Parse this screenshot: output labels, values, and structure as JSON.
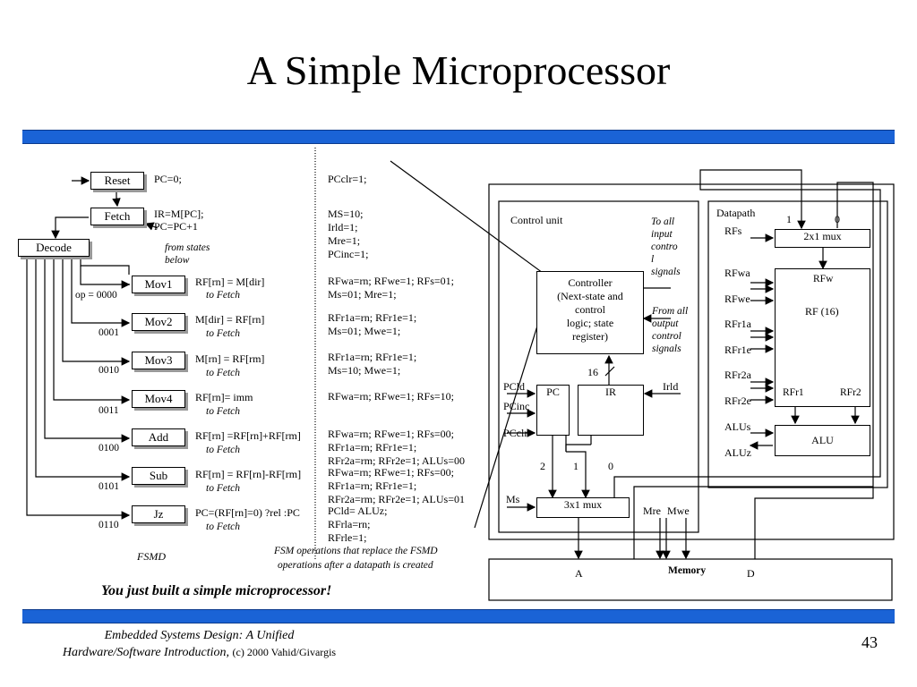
{
  "slide": {
    "title": "A Simple Microprocessor",
    "tagline": "You just built a simple microprocessor!",
    "footer_line1": "Embedded Systems Design: A Unified",
    "footer_line2_italic": "Hardware/Software Introduction,",
    "footer_line2_plain": "(c) 2000 Vahid/Givargis",
    "page_number": "43",
    "brand_color": "#1a63d6"
  },
  "fsmd": {
    "label": "FSMD",
    "states": [
      {
        "name": "Reset",
        "action": "PC=0;",
        "replacement": [
          "PCclr=1;"
        ]
      },
      {
        "name": "Fetch",
        "action": [
          "IR=M[PC];",
          "PC=PC+1"
        ],
        "replacement": [
          "MS=10;",
          "Irld=1;",
          "Mre=1;",
          "PCinc=1;"
        ]
      },
      {
        "name": "Decode",
        "note": [
          "from states",
          "below"
        ]
      },
      {
        "name": "Mov1",
        "action": "RF[rn] = M[dir]",
        "next": "to Fetch",
        "opcode": "op = 0000",
        "replacement": [
          "RFwa=rn; RFwe=1;  RFs=01;",
          "Ms=01; Mre=1;"
        ]
      },
      {
        "name": "Mov2",
        "action": "M[dir] = RF[rn]",
        "next": "to Fetch",
        "opcode": "0001",
        "replacement": [
          "RFr1a=rn; RFr1e=1;",
          "Ms=01; Mwe=1;"
        ]
      },
      {
        "name": "Mov3",
        "action": "M[rn] = RF[rm]",
        "next": "to Fetch",
        "opcode": "0010",
        "replacement": [
          "RFr1a=rn; RFr1e=1;",
          "Ms=10; Mwe=1;"
        ]
      },
      {
        "name": "Mov4",
        "action": "RF[rn]= imm",
        "next": "to Fetch",
        "opcode": "0011",
        "replacement": [
          "RFwa=rn; RFwe=1; RFs=10;"
        ]
      },
      {
        "name": "Add",
        "action": "RF[rn] =RF[rn]+RF[rm]",
        "next": "to Fetch",
        "opcode": "0100",
        "replacement": [
          "RFwa=rn; RFwe=1; RFs=00;",
          "RFr1a=rn; RFr1e=1;",
          "RFr2a=rm; RFr2e=1; ALUs=00"
        ]
      },
      {
        "name": "Sub",
        "action": "RF[rn] = RF[rn]-RF[rm]",
        "next": "to Fetch",
        "opcode": "0101",
        "replacement": [
          "RFwa=rn; RFwe=1; RFs=00;",
          "RFr1a=rn; RFr1e=1;",
          "RFr2a=rm; RFr2e=1; ALUs=01"
        ]
      },
      {
        "name": "Jz",
        "action": "PC=(RF[rn]=0) ?rel :PC",
        "next": "to Fetch",
        "opcode": "0110",
        "replacement": [
          "PCld= ALUz;",
          "RFrla=rn;",
          "RFrle=1;"
        ]
      }
    ],
    "replacement_caption": [
      "FSM operations that replace the FSMD",
      "operations after a datapath is created"
    ]
  },
  "datapath": {
    "control_unit_label": "Control unit",
    "datapath_label": "Datapath",
    "controller": [
      "Controller",
      "(Next-state and",
      "control",
      "logic; state",
      "register)"
    ],
    "to_all_input": [
      "To all",
      "input",
      "contro",
      "l",
      "signals"
    ],
    "from_all_output": [
      "From all",
      "output",
      "control",
      "signals"
    ],
    "pc": "PC",
    "ir": "IR",
    "bus_width": "16",
    "pc_signals": [
      "PCld",
      "PCinc",
      "PCclr"
    ],
    "irld": "Irld",
    "mux3": "3x1 mux",
    "mux3_inputs": [
      "2",
      "1",
      "0"
    ],
    "ms": "Ms",
    "mre": "Mre",
    "mwe": "Mwe",
    "mux2": "2x1 mux",
    "mux2_inputs": [
      "1",
      "0"
    ],
    "rf_signals": [
      "RFs",
      "RFwa",
      "RFwe",
      "RFr1a",
      "RFr1e",
      "RFr2a",
      "RFr2e",
      "ALUs",
      "ALUz"
    ],
    "rfw": "RFw",
    "rf": "RF (16)",
    "rfr1": "RFr1",
    "rfr2": "RFr2",
    "alu": "ALU",
    "memory": "Memory",
    "mem_a": "A",
    "mem_d": "D"
  }
}
